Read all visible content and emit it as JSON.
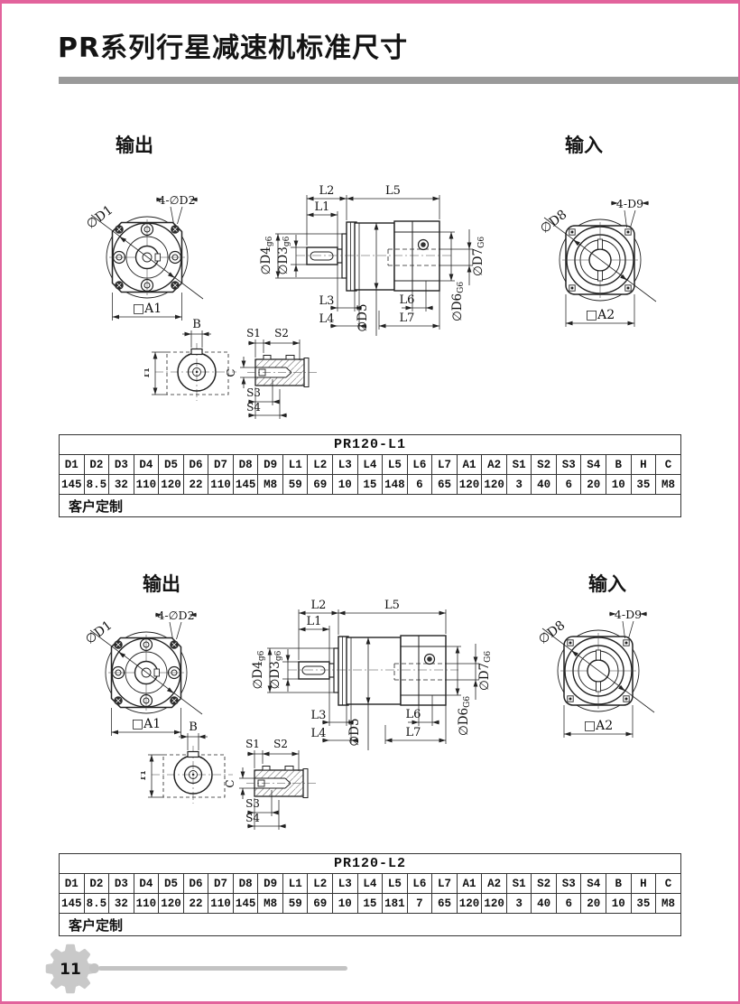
{
  "page": {
    "title": "PR系列行星减速机标准尺寸",
    "page_number": "11"
  },
  "drawing_labels": {
    "output": "输出",
    "input": "输入",
    "d1": "∅D1",
    "d2": "4-∅D2",
    "a1": "□A1",
    "d8": "∅D8",
    "d9": "4-D9",
    "a2": "□A2",
    "d3": "∅D3",
    "d3_tol": "g6",
    "d4": "∅D4",
    "d4_tol": "g6",
    "d5": "∅D5",
    "d6": "∅D6",
    "d6_tol": "G6",
    "d7": "∅D7",
    "d7_tol": "G6",
    "l1": "L1",
    "l2": "L2",
    "l3": "L3",
    "l4": "L4",
    "l5": "L5",
    "l6": "L6",
    "l7": "L7",
    "b": "B",
    "h": "H",
    "c": "C",
    "s1": "S1",
    "s2": "S2",
    "s3": "S3",
    "s4": "S4"
  },
  "sections": [
    {
      "model": "PR120-L1",
      "headers": [
        "D1",
        "D2",
        "D3",
        "D4",
        "D5",
        "D6",
        "D7",
        "D8",
        "D9",
        "L1",
        "L2",
        "L3",
        "L4",
        "L5",
        "L6",
        "L7",
        "A1",
        "A2",
        "S1",
        "S2",
        "S3",
        "S4",
        "B",
        "H",
        "C"
      ],
      "values": [
        "145",
        "8.5",
        "32",
        "110",
        "120",
        "22",
        "110",
        "145",
        "M8",
        "59",
        "69",
        "10",
        "15",
        "148",
        "6",
        "65",
        "120",
        "120",
        "3",
        "40",
        "6",
        "20",
        "10",
        "35",
        "M8"
      ],
      "note": "客户定制"
    },
    {
      "model": "PR120-L2",
      "headers": [
        "D1",
        "D2",
        "D3",
        "D4",
        "D5",
        "D6",
        "D7",
        "D8",
        "D9",
        "L1",
        "L2",
        "L3",
        "L4",
        "L5",
        "L6",
        "L7",
        "A1",
        "A2",
        "S1",
        "S2",
        "S3",
        "S4",
        "B",
        "H",
        "C"
      ],
      "values": [
        "145",
        "8.5",
        "32",
        "110",
        "120",
        "22",
        "110",
        "145",
        "M8",
        "59",
        "69",
        "10",
        "15",
        "181",
        "7",
        "65",
        "120",
        "120",
        "3",
        "40",
        "6",
        "20",
        "10",
        "35",
        "M8"
      ],
      "note": "客户定制"
    }
  ],
  "colors": {
    "accent_pink": "#e2639c",
    "bar_gray": "#9a9a9a",
    "gear_gray": "#c9c9c9",
    "line_dark": "#222222"
  }
}
